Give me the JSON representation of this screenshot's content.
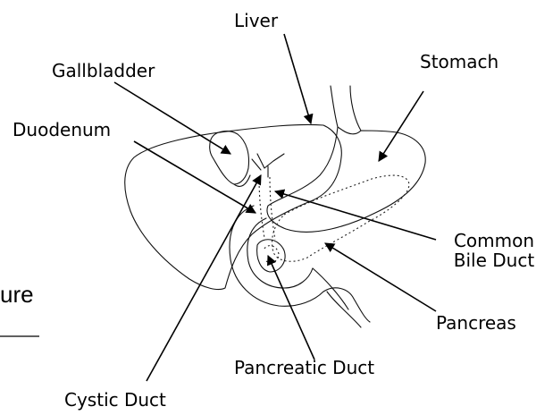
{
  "labels": {
    "liver": "Liver",
    "gallbladder": "Gallbladder",
    "stomach": "Stomach",
    "duodenum": "Duodenum",
    "common_bile_duct_line1": "Common",
    "common_bile_duct_line2": "Bile Duct",
    "pancreas": "Pancreas",
    "pancreatic_duct": "Pancreatic Duct",
    "cystic_duct": "Cystic Duct"
  },
  "slide_fragment": {
    "text": "ure"
  }
}
